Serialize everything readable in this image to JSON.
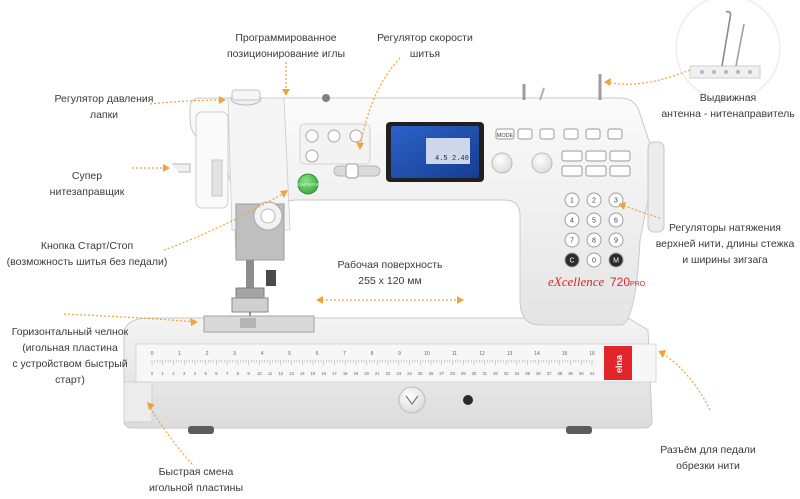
{
  "brand": {
    "logo": "elna",
    "model_prefix": "eXcellence",
    "model_number": "720",
    "model_suffix": "PRO",
    "accent_color": "#e1252b",
    "screen_color": "#1f4fb0",
    "arrow_color": "#f2a23a",
    "start_button_color": "#4cbc4c"
  },
  "labels": {
    "presser_foot_pressure": [
      "Регулятор давления",
      "лапки"
    ],
    "needle_positioning": [
      "Программированное",
      "позиционирование иглы"
    ],
    "speed_control": [
      "Регулятор скорости",
      "шитья"
    ],
    "thread_antenna": [
      "Выдвижная",
      "антенна - нитенаправитель"
    ],
    "super_threader": [
      "Супер",
      "нитезаправщик"
    ],
    "start_stop": [
      "Кнопка Старт/Стоп",
      "(возможность шитья без педали)"
    ],
    "work_surface": [
      "Рабочая поверхность",
      "255 х 120 мм"
    ],
    "tension_controls": [
      "Регуляторы натяжения",
      "верхней нити, длины стежка",
      "и ширины зигзага"
    ],
    "horizontal_hook": [
      "Горизонтальный челнок",
      "(игольная пластина",
      "с устройством быстрый",
      "старт)"
    ],
    "pedal_connector": [
      "Разъём для педали",
      "обрезки нити"
    ],
    "quick_plate_change": [
      "Быстрая смена",
      "игольной пластины"
    ]
  },
  "panel": {
    "mode_button": "MODE",
    "keypad": [
      "1",
      "2",
      "3",
      "4",
      "5",
      "6",
      "7",
      "8",
      "9",
      "C",
      "0",
      "M"
    ],
    "start_stop_text": "START/STOP",
    "screen_values": [
      "4.5",
      "2.40"
    ]
  },
  "ruler": {
    "top_ticks": [
      "0",
      "1",
      "2",
      "3",
      "4",
      "5",
      "6",
      "7",
      "8",
      "9",
      "10",
      "11",
      "12",
      "13",
      "14",
      "15",
      "16"
    ],
    "bottom_ticks": [
      "0",
      "1",
      "2",
      "3",
      "4",
      "5",
      "6",
      "7",
      "8",
      "9",
      "10",
      "11",
      "12",
      "13",
      "14",
      "15",
      "16",
      "17",
      "18",
      "19",
      "20",
      "21",
      "22",
      "23",
      "24",
      "25",
      "26",
      "27",
      "28",
      "29",
      "30",
      "31",
      "32",
      "33",
      "34",
      "35",
      "36",
      "37",
      "38",
      "39",
      "40",
      "41"
    ]
  }
}
